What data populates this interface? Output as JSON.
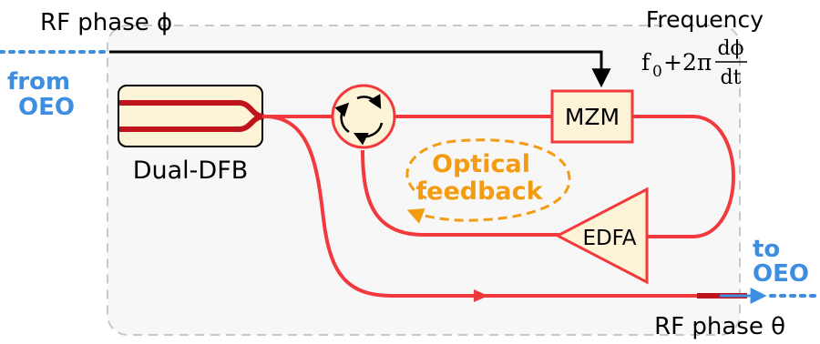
{
  "labels": {
    "rf_phase_in": "RF phase ϕ",
    "frequency": "Frequency",
    "freq_base": "f",
    "freq_sub": "0",
    "freq_term": "+2π",
    "freq_num": "dϕ",
    "freq_den": "dt",
    "from_line1": "from",
    "from_line2": "OEO",
    "to_line1": "to",
    "to_line2": "OEO",
    "dual_dfb": "Dual-DFB",
    "mzm": "MZM",
    "edfa": "EDFA",
    "optical": "Optical",
    "feedback": "feedback",
    "rf_phase_out": "RF phase θ"
  },
  "colors": {
    "fiber": "#f23a3e",
    "fiber_dark": "#c0141c",
    "oeo_blue": "#3d8ee0",
    "feedback_orange": "#f39c12",
    "component_fill": "#fdf3d6",
    "panel_fill": "#f7f7f7",
    "panel_border": "#c8c8c8",
    "rf_line": "#000000"
  },
  "icons": {
    "circulator": "circulator-icon",
    "amplifier": "amplifier-triangle-icon",
    "laser": "dual-dfb-laser-icon",
    "modulator": "mzm-modulator-icon"
  }
}
